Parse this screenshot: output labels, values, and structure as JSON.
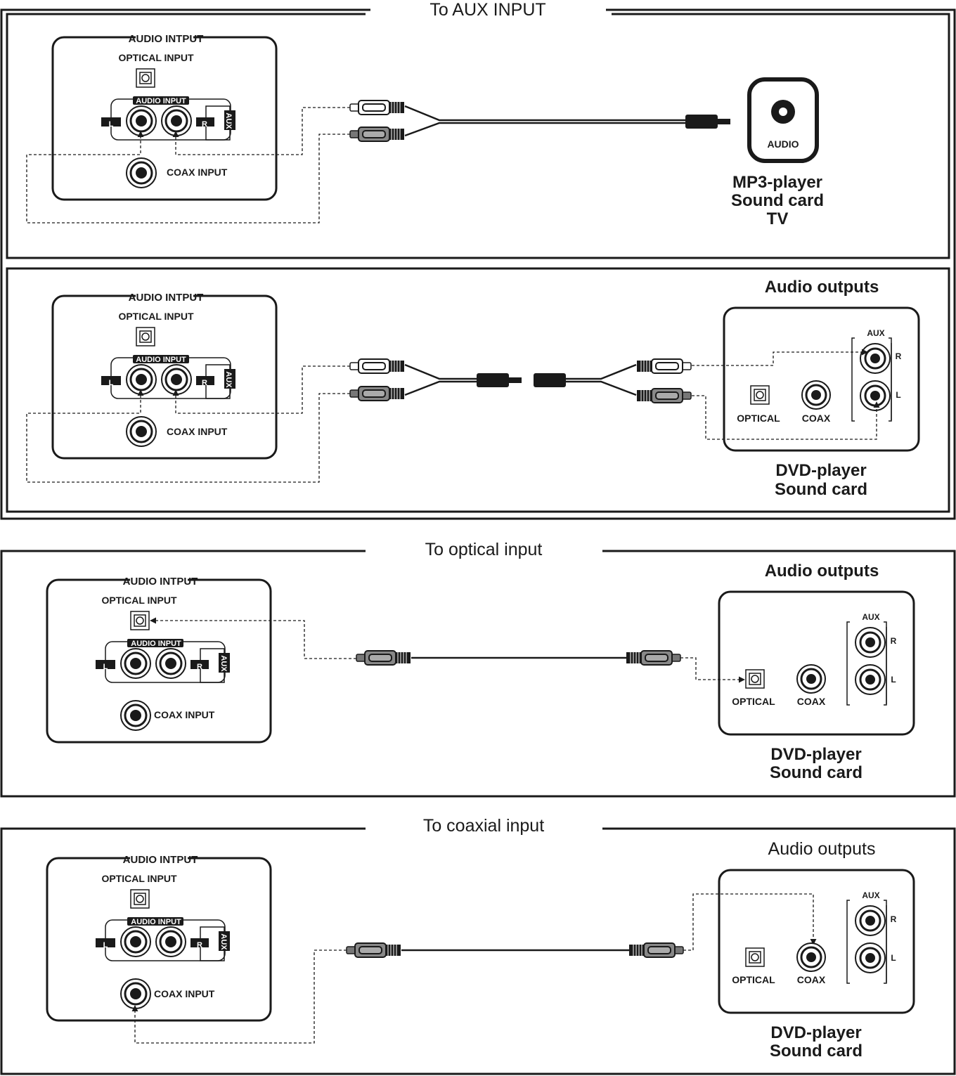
{
  "sections": {
    "aux_mp3": {
      "title": "To AUX INPUT",
      "device_input": {
        "box_title": "AUDIO INTPUT",
        "optical_label": "OPTICAL INPUT",
        "audio_input_label": "AUDIO INPUT",
        "left_label": "L",
        "right_label": "R",
        "aux_label": "AUX",
        "coax_label": "COAX INPUT"
      },
      "source_jack_label": "AUDIO",
      "source_lines": [
        "MP3-player",
        "Sound card",
        "TV"
      ]
    },
    "aux_dvd": {
      "device_input": {
        "box_title": "AUDIO INTPUT",
        "optical_label": "OPTICAL INPUT",
        "audio_input_label": "AUDIO INPUT",
        "left_label": "L",
        "right_label": "R",
        "aux_label": "AUX",
        "coax_label": "COAX INPUT"
      },
      "outputs_title": "Audio outputs",
      "outputs": {
        "aux_label": "AUX",
        "r_label": "R",
        "l_label": "L",
        "optical_label": "OPTICAL",
        "coax_label": "COAX"
      },
      "source_lines": [
        "DVD-player",
        "Sound card"
      ]
    },
    "optical": {
      "title": "To optical input",
      "device_input": {
        "box_title": "AUDIO INTPUT",
        "optical_label": "OPTICAL INPUT",
        "audio_input_label": "AUDIO INPUT",
        "left_label": "L",
        "right_label": "R",
        "aux_label": "AUX",
        "coax_label": "COAX INPUT"
      },
      "outputs_title": "Audio outputs",
      "outputs": {
        "aux_label": "AUX",
        "r_label": "R",
        "l_label": "L",
        "optical_label": "OPTICAL",
        "coax_label": "COAX"
      },
      "source_lines": [
        "DVD-player",
        "Sound card"
      ]
    },
    "coaxial": {
      "title": "To coaxial input",
      "device_input": {
        "box_title": "AUDIO INTPUT",
        "optical_label": "OPTICAL INPUT",
        "audio_input_label": "AUDIO INPUT",
        "left_label": "L",
        "right_label": "R",
        "aux_label": "AUX",
        "coax_label": "COAX INPUT"
      },
      "outputs_title": "Audio outputs",
      "outputs": {
        "aux_label": "AUX",
        "r_label": "R",
        "l_label": "L",
        "optical_label": "OPTICAL",
        "coax_label": "COAX"
      },
      "source_lines": [
        "DVD-player",
        "Sound card"
      ]
    }
  }
}
